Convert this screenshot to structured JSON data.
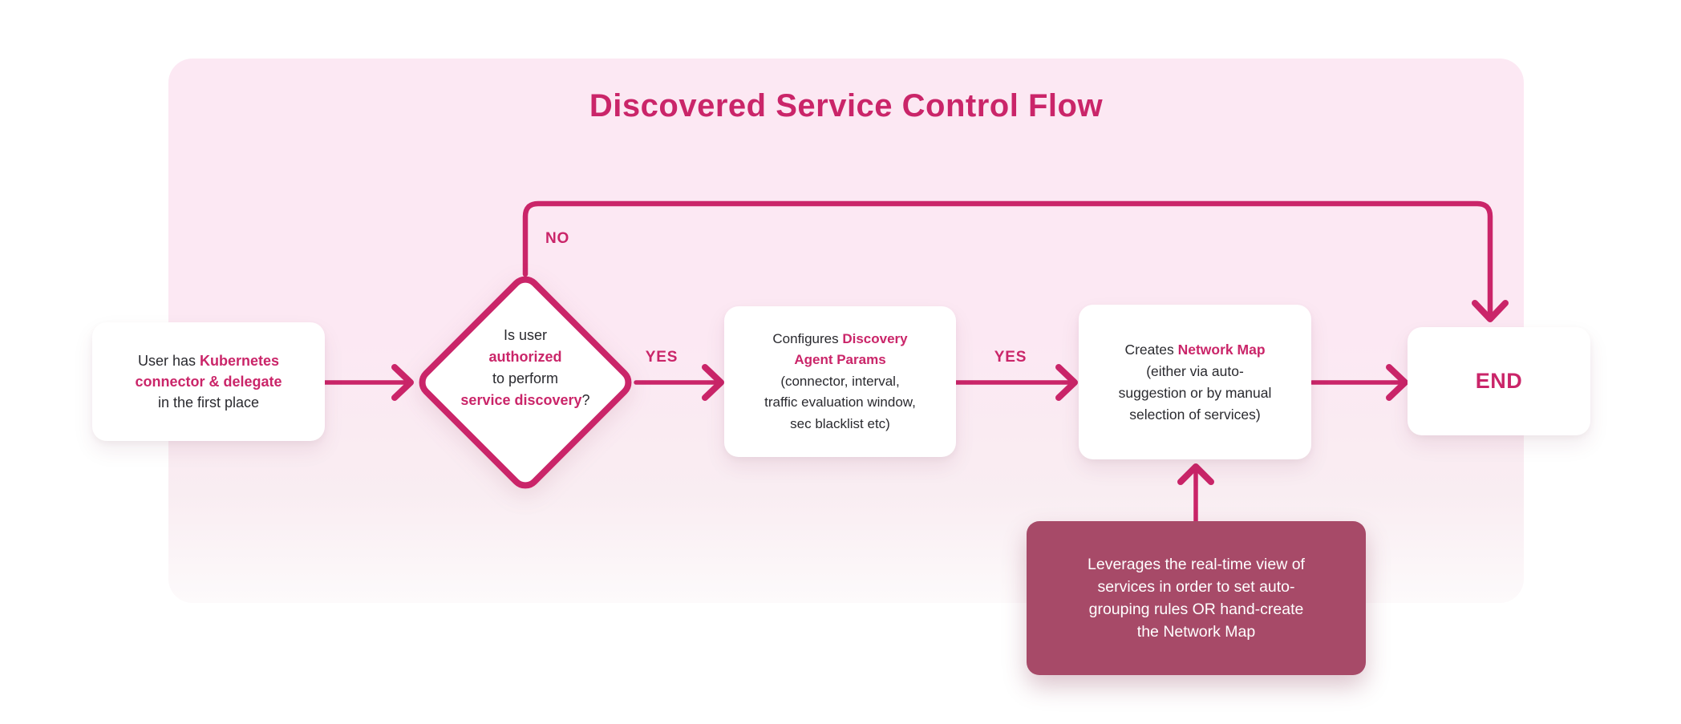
{
  "title": "Discovered Service Control Flow",
  "colors": {
    "accent": "#ca2569",
    "ink": "#2a2a2f",
    "note-bg": "#a74a68",
    "note-text": "#ffffff",
    "panel-top": "#fce8f3",
    "panel-bottom": "#fdfafb",
    "node-bg": "#ffffff"
  },
  "labels": {
    "yes1": "YES",
    "yes2": "YES",
    "no": "NO"
  },
  "nodes": {
    "start": {
      "lines": [
        [
          {
            "text": "User has "
          },
          {
            "text": "Kubernetes",
            "accent": true
          }
        ],
        [
          {
            "text": "connector & delegate",
            "accent": true
          }
        ],
        [
          {
            "text": "in the first place"
          }
        ]
      ]
    },
    "decision": {
      "lines": [
        [
          {
            "text": "Is user"
          }
        ],
        [
          {
            "text": "authorized",
            "accent": true
          }
        ],
        [
          {
            "text": "to perform"
          }
        ],
        [
          {
            "text": "service discovery",
            "accent": true
          },
          {
            "text": "?"
          }
        ]
      ]
    },
    "configure": {
      "lines": [
        [
          {
            "text": "Configures "
          },
          {
            "text": "Discovery",
            "accent": true
          }
        ],
        [
          {
            "text": "Agent Params",
            "accent": true
          }
        ],
        [
          {
            "text": "(connector, interval,"
          }
        ],
        [
          {
            "text": "traffic evaluation window,"
          }
        ],
        [
          {
            "text": "sec blacklist etc)"
          }
        ]
      ]
    },
    "network_map": {
      "lines": [
        [
          {
            "text": "Creates "
          },
          {
            "text": "Network Map",
            "accent": true
          }
        ],
        [
          {
            "text": "(either via auto-"
          }
        ],
        [
          {
            "text": "suggestion or by manual"
          }
        ],
        [
          {
            "text": "selection of services)"
          }
        ]
      ]
    },
    "end": {
      "label": "END"
    },
    "note": {
      "lines": [
        [
          {
            "text": "Leverages the real-time view of"
          }
        ],
        [
          {
            "text": "services in order to set auto-"
          }
        ],
        [
          {
            "text": "grouping rules OR hand-create"
          }
        ],
        [
          {
            "text": "the Network Map"
          }
        ]
      ]
    }
  }
}
